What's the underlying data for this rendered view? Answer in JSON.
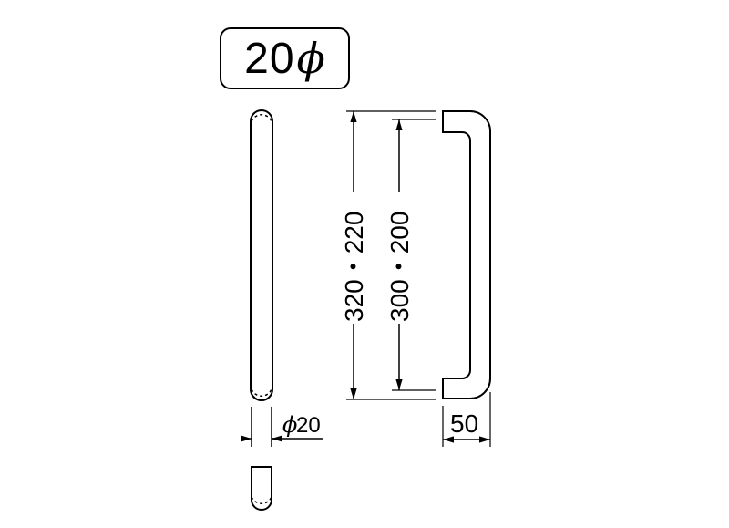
{
  "diameter_label": {
    "number": "20",
    "symbol": "ϕ"
  },
  "dimensions": {
    "outer_length": "320・220",
    "inner_length": "300・200",
    "rod_diameter_symbol": "ϕ",
    "rod_diameter_value": "20",
    "depth": "50"
  }
}
